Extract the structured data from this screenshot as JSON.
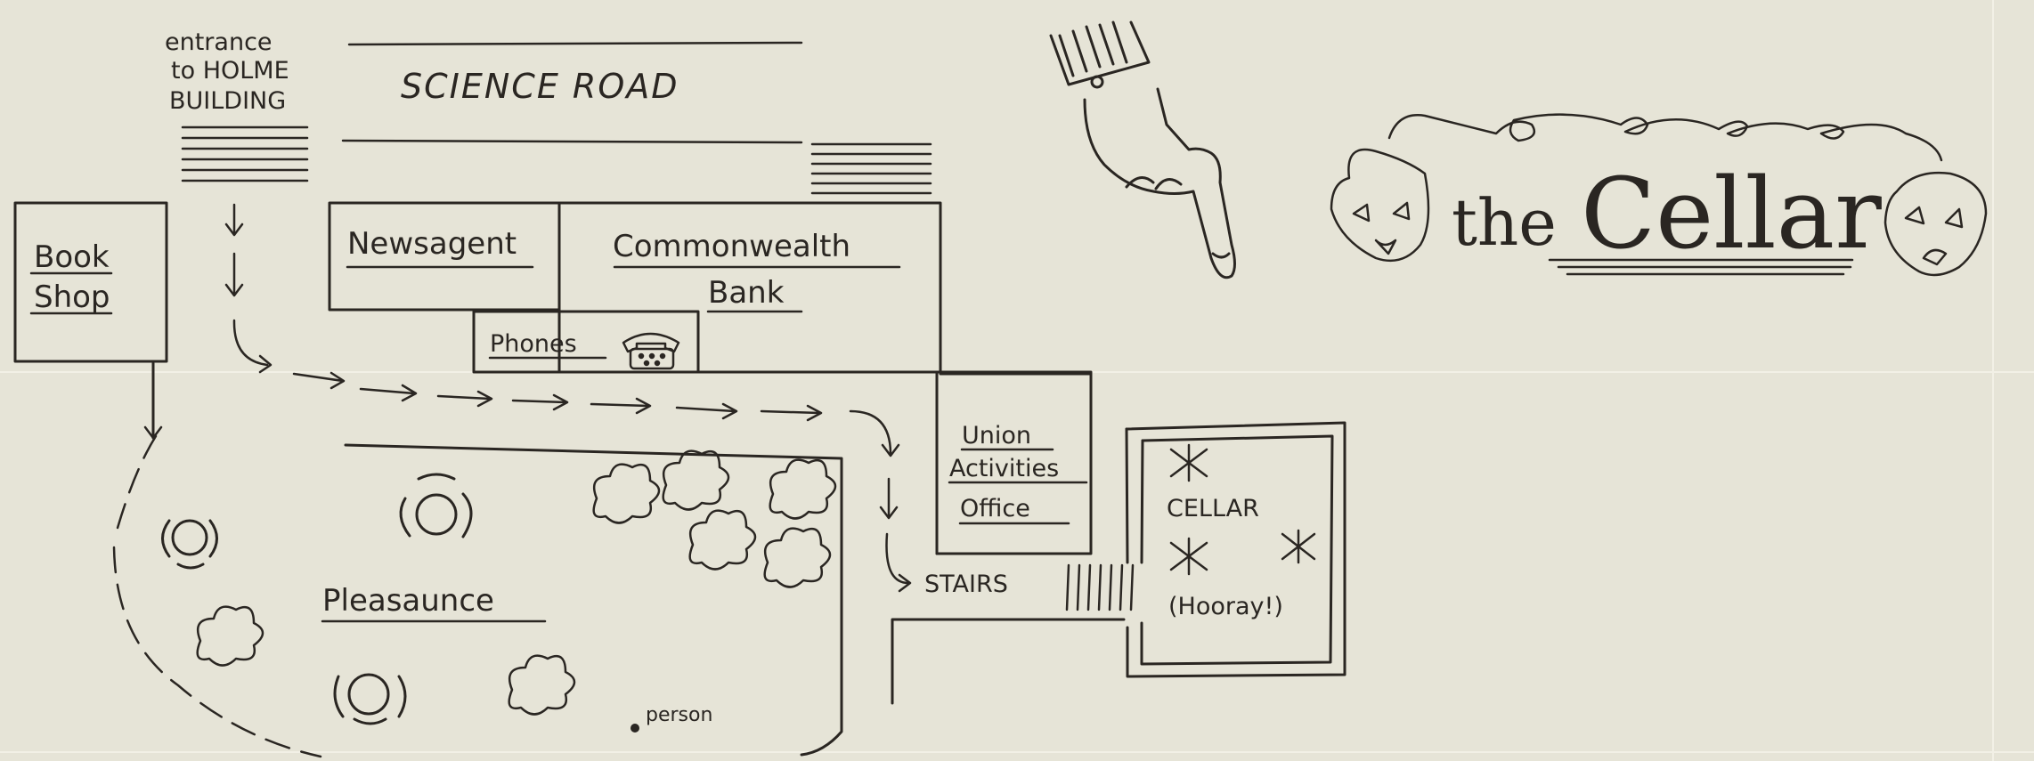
{
  "map": {
    "labels": {
      "entrance": [
        "entrance",
        "to HOLME",
        "BUILDING"
      ],
      "road": "SCIENCE ROAD",
      "book_shop": [
        "Book",
        "Shop"
      ],
      "newsagent": "Newsagent",
      "bank": [
        "Commonwealth",
        "Bank"
      ],
      "phones": "Phones",
      "union": [
        "Union",
        "Activities",
        "Office"
      ],
      "stairs": "STAIRS",
      "cellar": "CELLAR",
      "hooray": "(Hooray!)",
      "pleasaunce": "Pleasaunce",
      "person": "person"
    },
    "title": {
      "prefix": "the",
      "main": "Cellar"
    },
    "icons": [
      "pointing-hand-icon",
      "comedy-mask-icon",
      "tragedy-mask-icon",
      "telephone-icon",
      "star-icon",
      "bush-icon",
      "table-chairs-icon",
      "arrow-icon"
    ],
    "colors": {
      "paper": "#e6e4d7",
      "ink": "#2a2622"
    }
  }
}
